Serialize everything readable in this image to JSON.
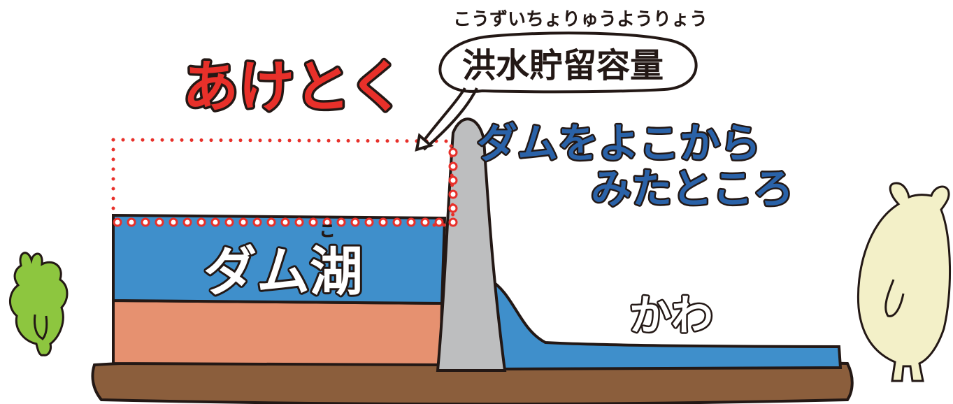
{
  "labels": {
    "furigana": "こうずいちょりゅうようりょう",
    "flood_storage": "洪水貯留容量",
    "aketoku": "あけとく",
    "side_view_line1": "ダムをよこから",
    "side_view_line2": "みたところ",
    "dam_lake": "ダム湖",
    "dam_lake_ruby": "こ",
    "river": "かわ"
  },
  "colors": {
    "outline": "#231815",
    "water": "#3f8fcb",
    "sediment": "#e69170",
    "dam": "#bdbebf",
    "ground": "#8b5e3c",
    "aketoku": "#e8302a",
    "side_view": "#2a62a8",
    "green_character": "#8dc63f",
    "cream_character": "#f3f0c8",
    "dotted_line": "#e8302a"
  }
}
